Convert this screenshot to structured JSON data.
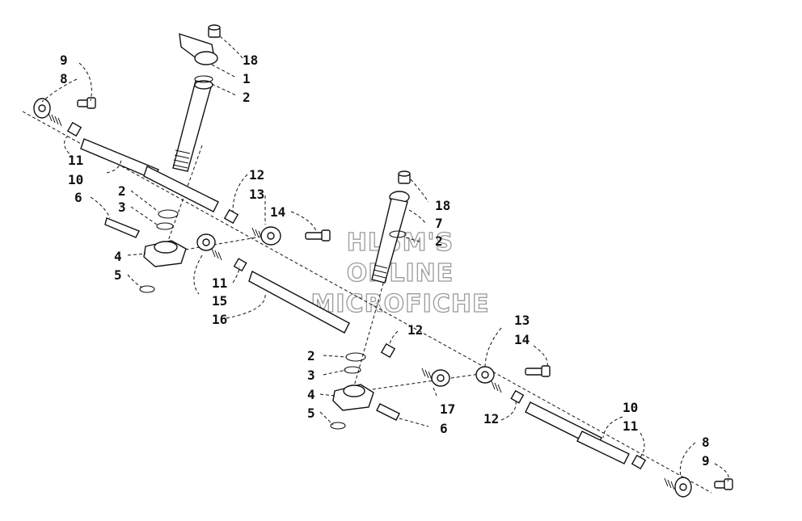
{
  "watermark": {
    "line1": "HLSM'S",
    "line2": "ONLINE",
    "line3": "MICROFICHE"
  },
  "callouts": {
    "c18a": "18",
    "c1": "1",
    "c2a": "2",
    "c9a": "9",
    "c8a": "8",
    "c11a": "11",
    "c10a": "10",
    "c2b": "2",
    "c3a": "3",
    "c6a": "6",
    "c4a": "4",
    "c5a": "5",
    "c12a": "12",
    "c13a": "13",
    "c14a": "14",
    "c11b": "11",
    "c15": "15",
    "c16": "16",
    "c18b": "18",
    "c7": "7",
    "c2c": "2",
    "c12b": "12",
    "c2d": "2",
    "c3b": "3",
    "c4b": "4",
    "c5b": "5",
    "c17": "17",
    "c6b": "6",
    "c12c": "12",
    "c13b": "13",
    "c14b": "14",
    "c10b": "10",
    "c11c": "11",
    "c8b": "8",
    "c9b": "9"
  }
}
